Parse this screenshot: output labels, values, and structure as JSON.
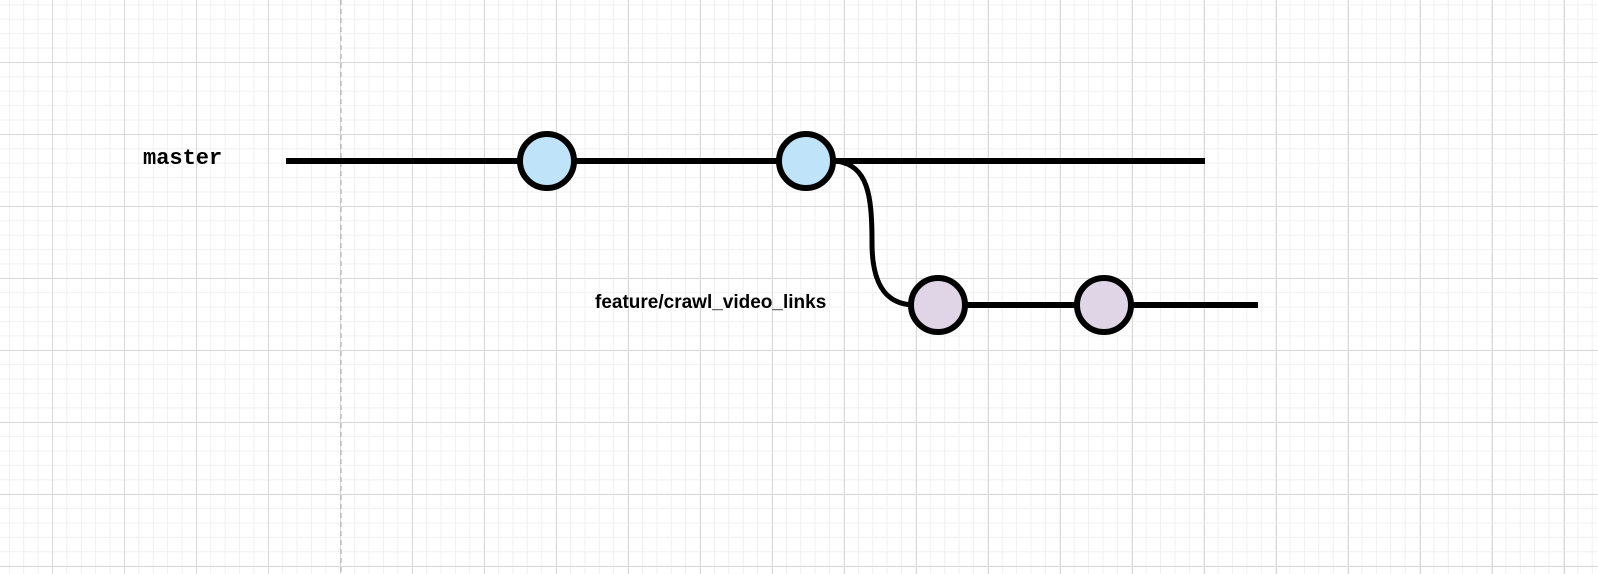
{
  "diagram": {
    "type": "git-branch-graph",
    "colors": {
      "line": "#000000",
      "master_commit_fill": "#bfe3f9",
      "feature_commit_fill": "#e0d5e6",
      "grid_major": "#d9d9d9",
      "grid_minor": "#f0f0f0",
      "page_divider": "#b3b3b3"
    },
    "branches": [
      {
        "id": "master",
        "label": "master",
        "commit_count": 2
      },
      {
        "id": "feature",
        "label": "feature/crawl_video_links",
        "branches_from": "master",
        "branch_after_commit": 2,
        "commit_count": 2
      }
    ]
  }
}
